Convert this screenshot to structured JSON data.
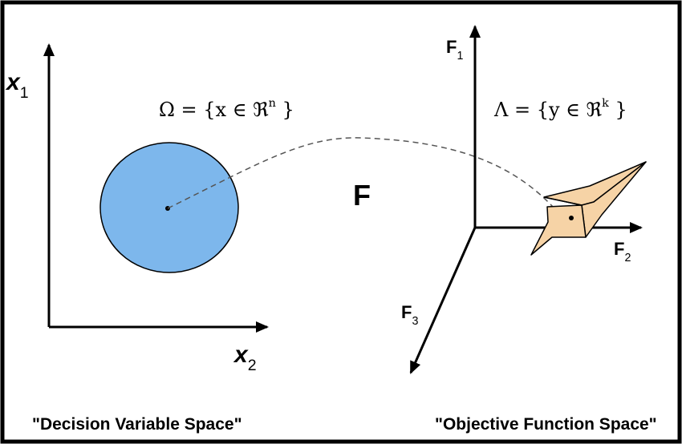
{
  "left_space": {
    "axis_vertical": {
      "main": "x",
      "sub": "1"
    },
    "axis_horizontal": {
      "main": "x",
      "sub": "2"
    },
    "set_formula": {
      "lhs": "Ω = {x ∈ ℜ",
      "exp": "n",
      "rhs": " }"
    },
    "region_color": "#7db7ec",
    "caption": "\"Decision Variable Space\""
  },
  "right_space": {
    "axis_f1": {
      "main": "F",
      "sub": "1"
    },
    "axis_f2": {
      "main": "F",
      "sub": "2"
    },
    "axis_f3": {
      "main": "F",
      "sub": "3"
    },
    "set_formula": {
      "lhs": "Λ = {y ∈ ℜ",
      "exp": "k",
      "rhs": " }"
    },
    "region_color": "#f6d3a6",
    "caption": "\"Objective Function Space\""
  },
  "mapping_label": "F"
}
